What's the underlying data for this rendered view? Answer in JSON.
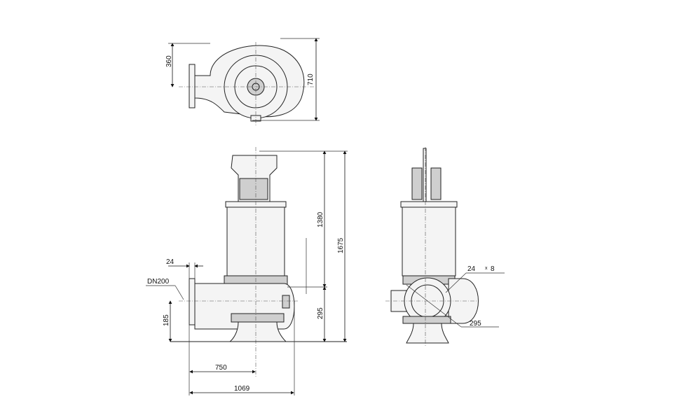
{
  "top_view": {
    "dim_offset": "360",
    "dim_width": "710"
  },
  "front_view": {
    "dim_flange_thickness": "24",
    "dim_nominal_diameter": "DN200",
    "dim_outlet_height": "185",
    "dim_height_to_top": "1380",
    "dim_total_height": "1675",
    "dim_base_height": "295",
    "dim_center_distance": "750",
    "dim_total_length": "1069"
  },
  "side_view": {
    "dim_bolt_hole": "24",
    "dim_times_symbol": "x",
    "dim_bolt_count": "8",
    "dim_bolt_circle": "295"
  }
}
